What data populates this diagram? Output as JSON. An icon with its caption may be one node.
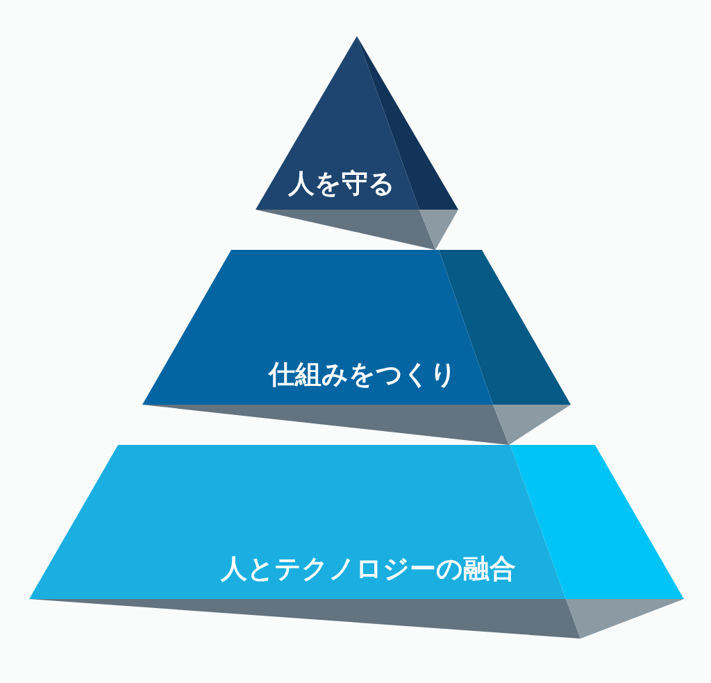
{
  "diagram": {
    "nodes": [
      {
        "text": [
          "人を守る"
        ]
      },
      {
        "text": [
          "仕組みをつくり"
        ]
      },
      {
        "text": [
          "人とテクノロジーの融合"
        ]
      }
    ]
  }
}
